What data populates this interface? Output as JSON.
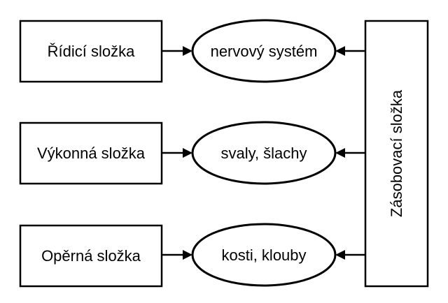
{
  "left_boxes": [
    {
      "label": "Řídicí složka"
    },
    {
      "label": "Výkonná složka"
    },
    {
      "label": "Opěrná složka"
    }
  ],
  "ellipses": [
    {
      "label": "nervový systém"
    },
    {
      "label": "svaly, šlachy"
    },
    {
      "label": "kosti, klouby"
    }
  ],
  "right_box": {
    "label": "Zásobovací složka"
  }
}
